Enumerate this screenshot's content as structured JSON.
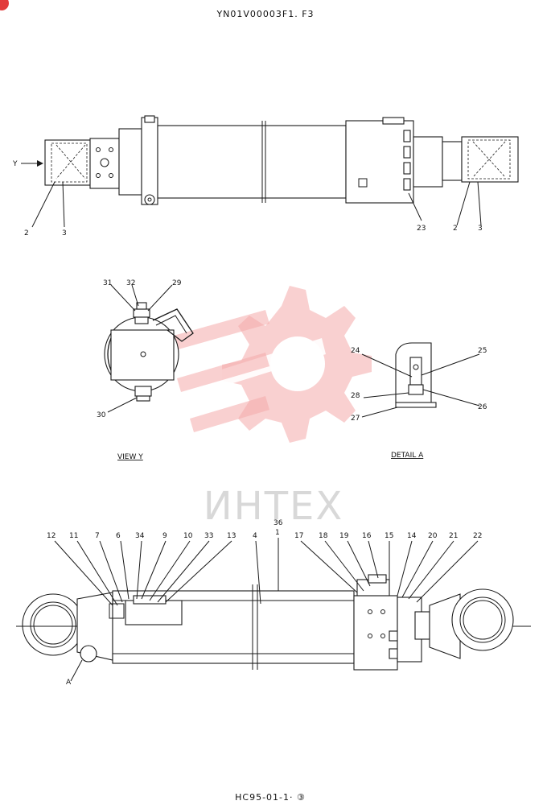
{
  "title": "YN01V00003F1. F3",
  "footer": "HC95-01-1· ③",
  "watermark": "ИНТЕХ",
  "view_y_caption": "VIEW   Y",
  "detail_a_caption": "DETAIL   A",
  "arrow_y": "Y",
  "detail_marker": "A",
  "labels_top": {
    "l2a": "2",
    "l3a": "3",
    "l23": "23",
    "l2b": "2",
    "l3b": "3"
  },
  "labels_view_y": {
    "l31": "31",
    "l32": "32",
    "l29": "29",
    "l30": "30"
  },
  "labels_detail_a": {
    "l24": "24",
    "l25": "25",
    "l28": "28",
    "l26": "26",
    "l27": "27"
  },
  "labels_bottom": {
    "l36": "36",
    "l12": "12",
    "l11": "11",
    "l7": "7",
    "l6": "6",
    "l34": "34",
    "l9": "9",
    "l10": "10",
    "l33": "33",
    "l13": "13",
    "l4": "4",
    "l1": "1",
    "l17": "17",
    "l18": "18",
    "l19": "19",
    "l16": "16",
    "l15": "15",
    "l14": "14",
    "l20": "20",
    "l21": "21",
    "l22": "22"
  },
  "colors": {
    "watermark": "#f4a9a9",
    "ink": "#1a1a1a"
  }
}
